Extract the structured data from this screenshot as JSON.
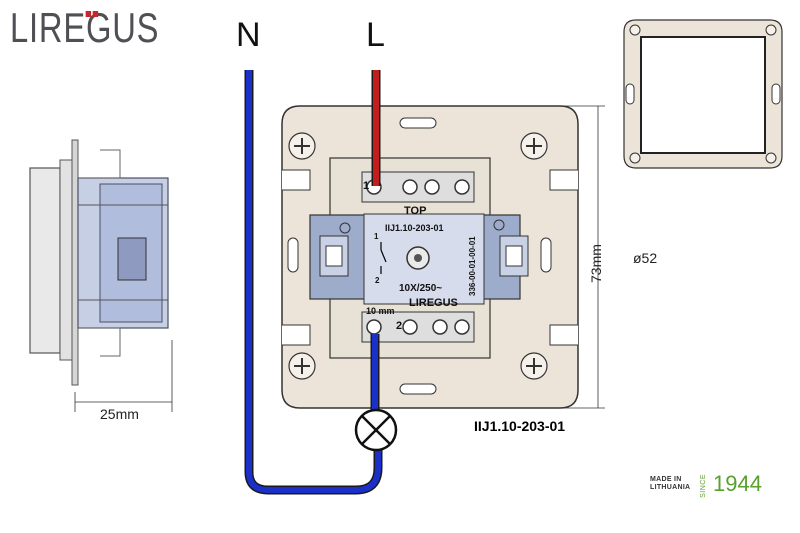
{
  "brand": {
    "logo_text": "LIREGUS",
    "mark_color": "#c8262c"
  },
  "wiring": {
    "neutral_label": "N",
    "live_label": "L",
    "neutral_color": "#1b2fc9",
    "live_color": "#c21e1e"
  },
  "mechanism": {
    "top_label": "TOP",
    "model_label": "IIJ1.10-203-01",
    "rating_label": "10X/250~",
    "brand_label": "LIREGUS",
    "strip_label": "10 mm",
    "serial_label": "336-00-01-00-01",
    "terminal_1": "1",
    "terminal_2": "2",
    "switch_pos_1": "1",
    "switch_pos_2": "2"
  },
  "dimensions": {
    "height": "73mm",
    "diameter": "ø52",
    "depth": "25mm"
  },
  "product_code": "IIJ1.10-203-01",
  "made_in": {
    "line1": "MADE IN",
    "line2": "LITHUANIA",
    "since": "SINCE",
    "year": "1944"
  }
}
